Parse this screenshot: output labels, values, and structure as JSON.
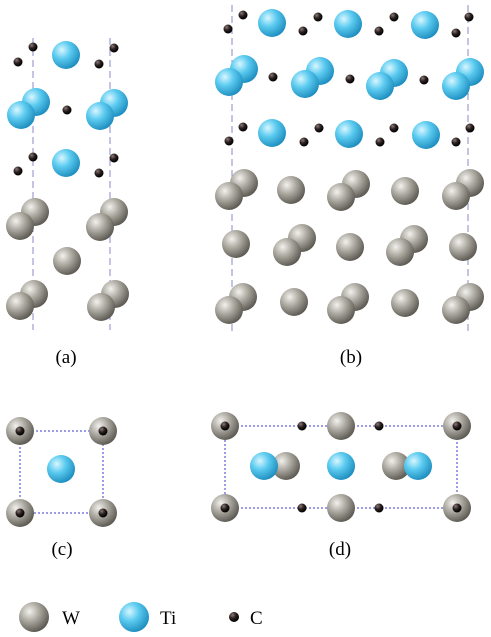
{
  "panels": {
    "a": {
      "label": "(a)"
    },
    "b": {
      "label": "(b)"
    },
    "c": {
      "label": "(c)"
    },
    "d": {
      "label": "(d)"
    }
  },
  "legend": [
    {
      "symbol": "W",
      "label": "W",
      "color": "#8f8c84"
    },
    {
      "symbol": "Ti",
      "label": "Ti",
      "color": "#4fc3ea"
    },
    {
      "symbol": "C",
      "label": "C",
      "color": "#1a1414"
    }
  ],
  "colors": {
    "W": "#8f8c84",
    "Ti": "#4fc3ea",
    "C": "#1a1414",
    "cell_line": "#3a3ad0",
    "guide_line": "#8a8ac8"
  }
}
